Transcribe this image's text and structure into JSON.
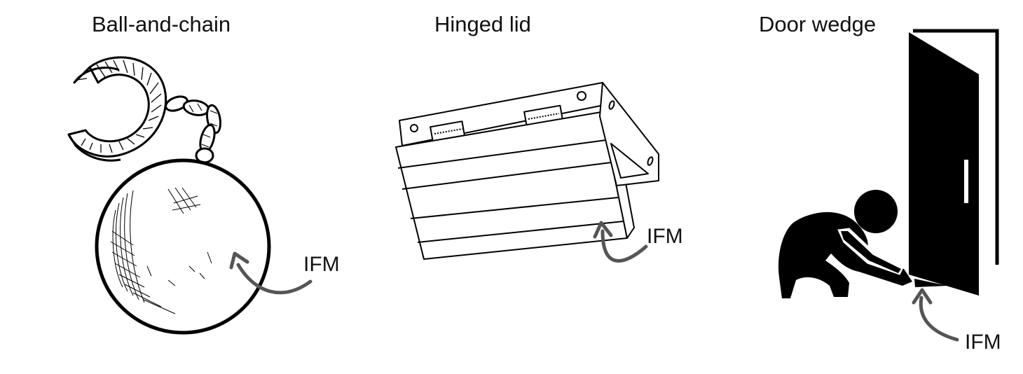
{
  "panels": [
    {
      "title": "Ball-and-chain",
      "label": "IFM"
    },
    {
      "title": "Hinged lid",
      "label": "IFM"
    },
    {
      "title": "Door wedge",
      "label": "IFM"
    }
  ],
  "colors": {
    "ink": "#000000",
    "arrow": "#555555",
    "background": "#ffffff"
  },
  "icons": [
    "shackle-icon",
    "chain-icon",
    "iron-ball-icon",
    "hinged-box-icon",
    "door-icon",
    "crouching-person-icon",
    "wedge-icon",
    "curved-arrow-icon"
  ]
}
